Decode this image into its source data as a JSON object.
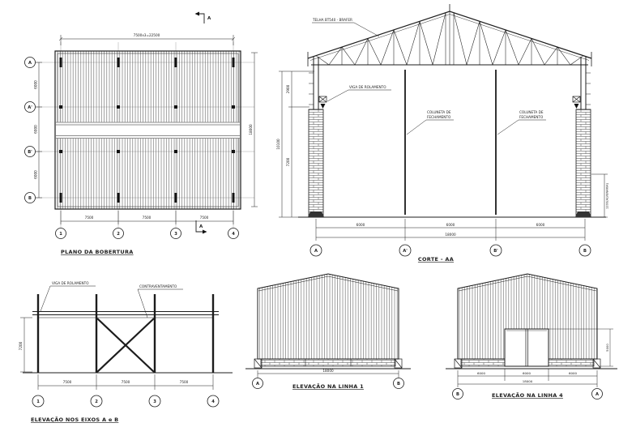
{
  "sheet": {
    "background": "#ffffff",
    "ink": "#1c1c1c"
  },
  "roof_plan": {
    "title": "PLANO DA BOBERTURA",
    "dim_top": "7500x3=22500",
    "dims_bottom": [
      "7500",
      "7500",
      "7500"
    ],
    "dims_left": [
      "6000",
      "6000",
      "6000"
    ],
    "dim_right_total": "18000",
    "row_grids": [
      "A",
      "A'",
      "B'",
      "B"
    ],
    "col_grids": [
      "1",
      "2",
      "3",
      "4"
    ],
    "section_marker": "A"
  },
  "corte": {
    "title": "CORTE - AA",
    "roof_label": "TELHA BT540 - BRAFER",
    "crane_beam_label": "VIGA DE ROLAMENTO",
    "coluneta_label_line1": "COLUNETA DE",
    "coluneta_label_line2": "FECHAMENTO",
    "dims_bottom": [
      "6000",
      "6000",
      "6000"
    ],
    "dim_total": "18000",
    "dim_truss_height": "2900",
    "dim_column_height": "7200",
    "dim_overall_height": "10100",
    "dim_masonry": "1200(ALVENARIA)",
    "grids": [
      "A",
      "A'",
      "B'",
      "B"
    ]
  },
  "elev_ab": {
    "title": "ELEVAÇÃO NOS EIXOS A e B",
    "crane_beam_label": "VIGA DE ROLAMENTO",
    "bracing_label": "CONTRAVENTAMENTO",
    "dims_bottom": [
      "7500",
      "7500",
      "7500"
    ],
    "dim_height": "7200",
    "grids": [
      "1",
      "2",
      "3",
      "4"
    ]
  },
  "elev_l1": {
    "title": "ELEVAÇÃO NA LINHA 1",
    "dim_total": "18000",
    "grid_left": "A",
    "grid_right": "B"
  },
  "elev_l4": {
    "title": "ELEVAÇÃO NA LINHA 4",
    "dims_bottom": [
      "6000",
      "6000",
      "6000"
    ],
    "dim_total": "18000",
    "dim_door_height": "5000",
    "grid_left": "B",
    "grid_right": "A"
  }
}
